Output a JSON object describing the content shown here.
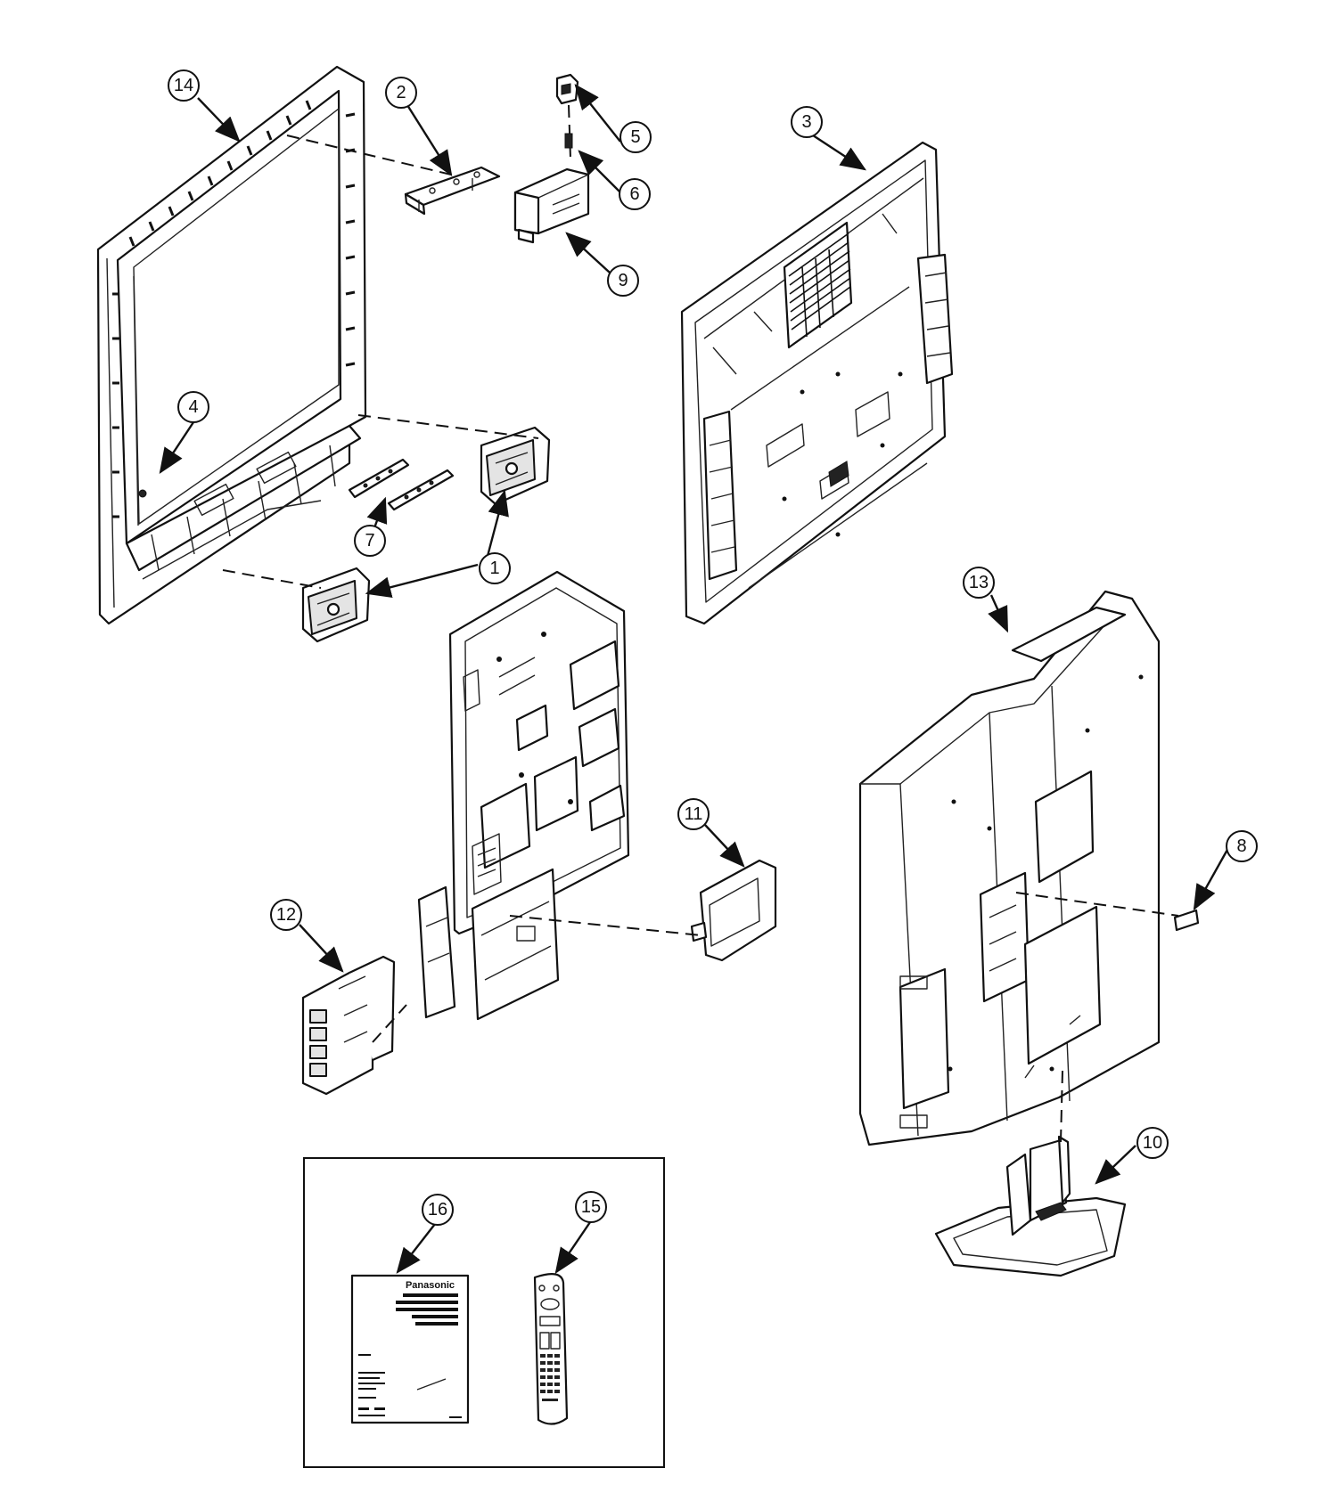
{
  "diagram": {
    "callouts": [
      {
        "id": "1",
        "label": "1"
      },
      {
        "id": "2",
        "label": "2"
      },
      {
        "id": "3",
        "label": "3"
      },
      {
        "id": "4",
        "label": "4"
      },
      {
        "id": "5",
        "label": "5"
      },
      {
        "id": "6",
        "label": "6"
      },
      {
        "id": "7",
        "label": "7"
      },
      {
        "id": "8",
        "label": "8"
      },
      {
        "id": "9",
        "label": "9"
      },
      {
        "id": "10",
        "label": "10"
      },
      {
        "id": "11",
        "label": "11"
      },
      {
        "id": "12",
        "label": "12"
      },
      {
        "id": "13",
        "label": "13"
      },
      {
        "id": "14",
        "label": "14"
      },
      {
        "id": "15",
        "label": "15"
      },
      {
        "id": "16",
        "label": "16"
      }
    ],
    "manual": {
      "brand": "Panasonic"
    }
  }
}
